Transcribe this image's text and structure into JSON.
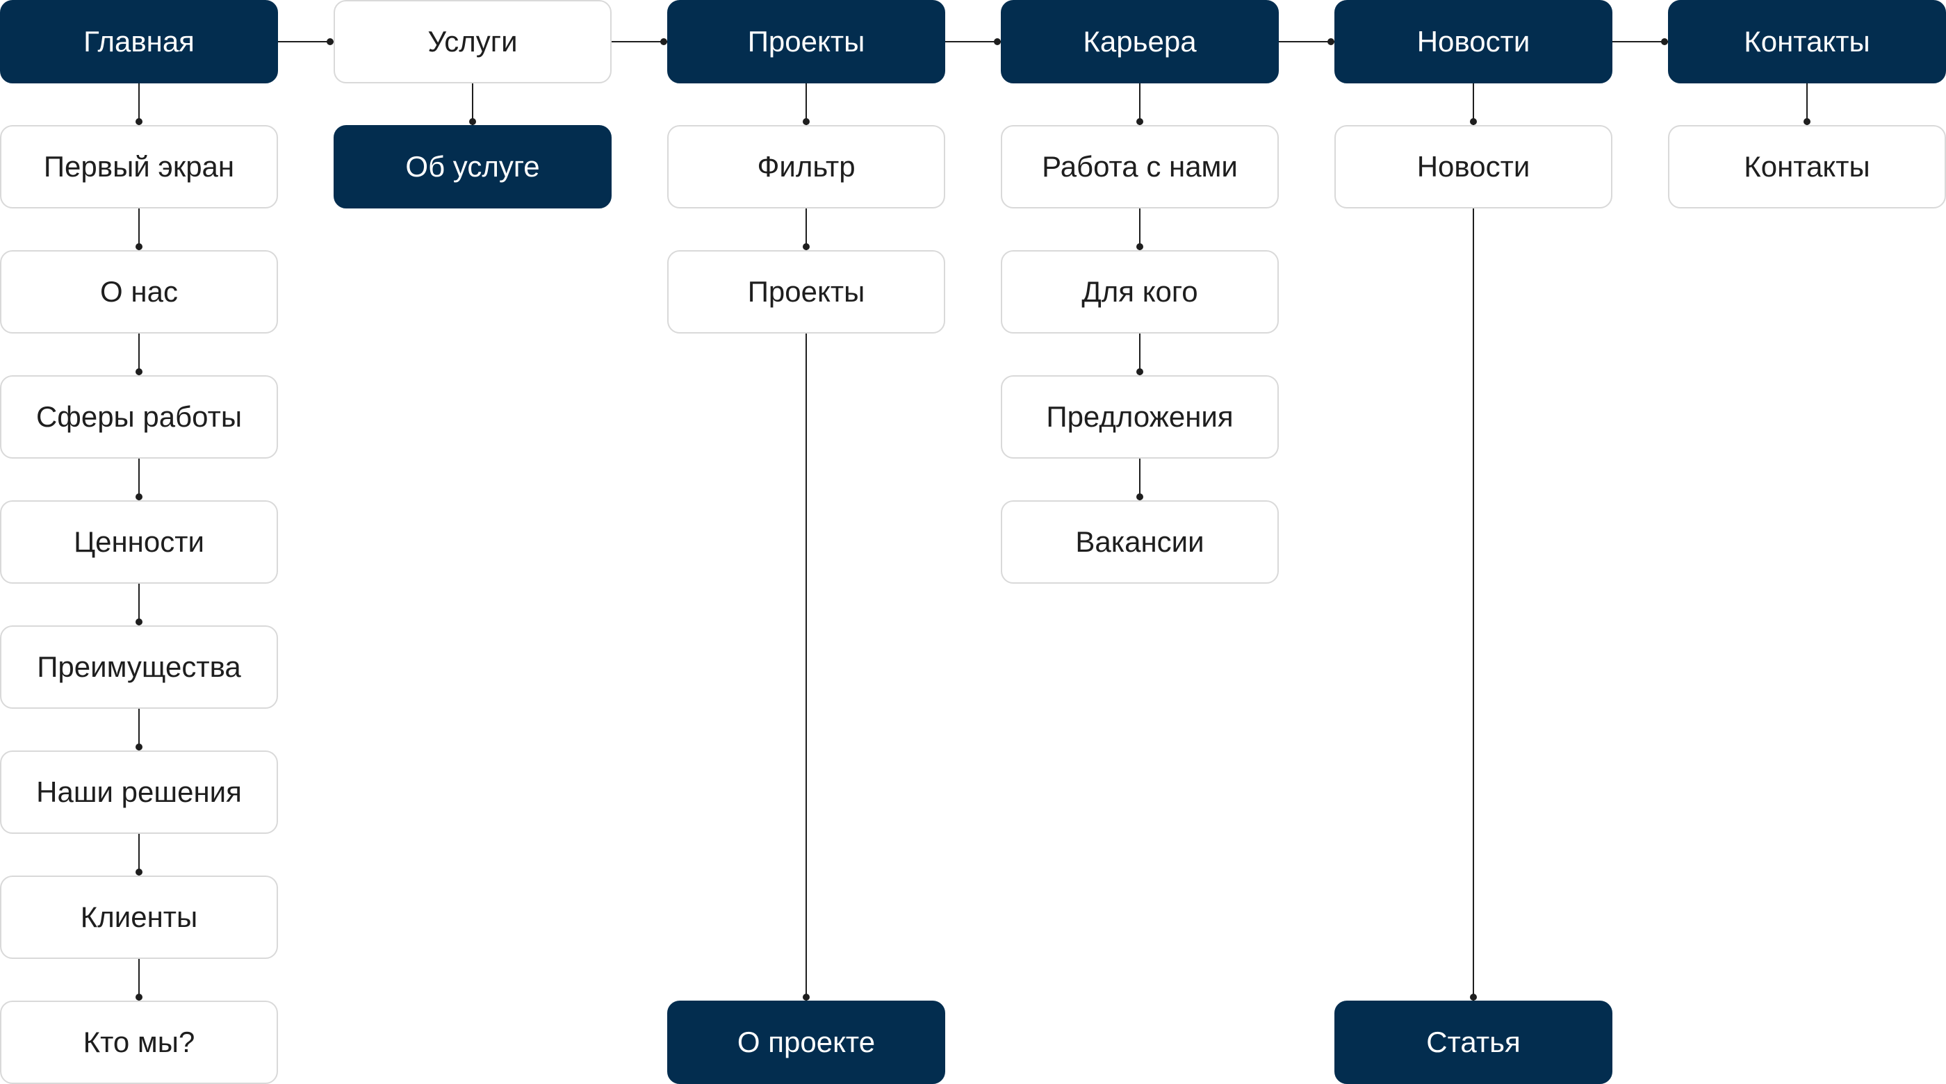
{
  "sitemap": {
    "columns": [
      {
        "id": "main",
        "root": "Главная",
        "pages": [
          "Первый экран",
          "О нас",
          "Сферы работы",
          "Ценности",
          "Преимущества",
          "Наши решения",
          "Клиенты",
          "Кто мы?"
        ]
      },
      {
        "id": "services",
        "root": "Услуги",
        "pages": [
          "Об услуге"
        ]
      },
      {
        "id": "projects",
        "root": "Проекты",
        "pages": [
          "Фильтр",
          "Проекты"
        ],
        "detail": "О проекте"
      },
      {
        "id": "career",
        "root": "Карьера",
        "pages": [
          "Работа с нами",
          "Для кого",
          "Предложения",
          "Вакансии"
        ]
      },
      {
        "id": "news",
        "root": "Новости",
        "pages": [
          "Новости"
        ],
        "detail": "Статья"
      },
      {
        "id": "contacts",
        "root": "Контакты",
        "pages": [
          "Контакты"
        ]
      }
    ]
  },
  "colors": {
    "primary_fill": "#032d4f",
    "primary_text": "#ffffff",
    "secondary_fill": "#ffffff",
    "secondary_border": "#d9d9d9",
    "secondary_text": "#1e1e1e",
    "connector": "#1e1e1e"
  }
}
